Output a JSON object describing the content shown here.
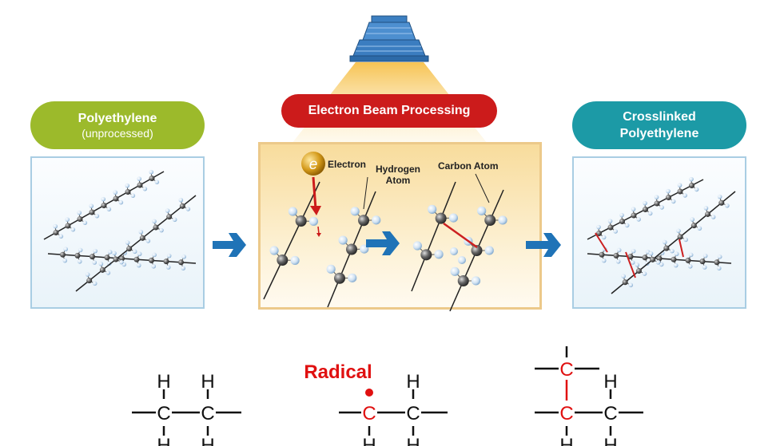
{
  "stages": {
    "unprocessed": {
      "title": "Polyethylene",
      "subtitle": "(unprocessed)",
      "color": "#9cba2b"
    },
    "processing": {
      "title": "Electron Beam Processing",
      "color": "#cc1b1b"
    },
    "crosslinked": {
      "title_line1": "Crosslinked",
      "title_line2": "Polyethylene",
      "color": "#1c9aa6"
    }
  },
  "labels": {
    "electron_symbol": "e",
    "electron": "Electron",
    "hydrogen_line1": "Hydrogen",
    "hydrogen_line2": "Atom",
    "carbon": "Carbon Atom"
  },
  "formulas": {
    "radical_label": "Radical",
    "carbon": "C",
    "hydrogen": "H"
  },
  "colors": {
    "arrow": "#1f73b7",
    "radical": "#e01010",
    "crosslink": "#cc2020"
  }
}
